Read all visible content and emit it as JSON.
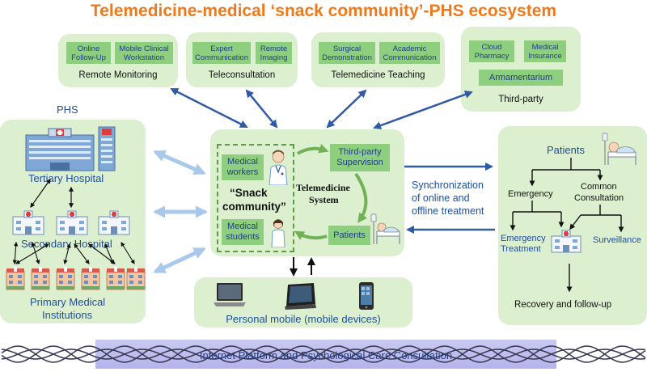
{
  "title": "Telemedicine-medical ‘snack community’-PHS ecosystem",
  "remote_monitoring": {
    "label": "Remote Monitoring",
    "chips": [
      "Online Follow-Up",
      "Mobile Clinical Workstation"
    ]
  },
  "teleconsultation": {
    "label": "Teleconsultation",
    "chips": [
      "Expert Communication",
      "Remote Imaging"
    ]
  },
  "teaching": {
    "label": "Telemedicine Teaching",
    "chips": [
      "Surgical Demonstration",
      "Academic Communication"
    ]
  },
  "third_party": {
    "label": "Third-party",
    "chips": [
      "Cloud Pharmacy",
      "Medical Insurance",
      "Armamentarium"
    ]
  },
  "phs": {
    "label": "PHS",
    "tertiary": "Tertiary Hospital",
    "secondary": "Secondary Hospital",
    "primary_line1": "Primary Medical",
    "primary_line2": "Institutions"
  },
  "center": {
    "medical_workers": "Medical workers",
    "snack_community_line1": "“Snack",
    "snack_community_line2": "community”",
    "medical_students": "Medical students",
    "system_line1": "Telemedicine",
    "system_line2": "System",
    "supervision_line1": "Third-party",
    "supervision_line2": "Supervision",
    "patients": "Patients"
  },
  "sync": {
    "line1": "Synchronization",
    "line2": "of online and",
    "line3": "offline treatment"
  },
  "right": {
    "patients": "Patients",
    "emergency": "Emergency",
    "common_line1": "Common",
    "common_line2": "Consultation",
    "emergency_treatment_line1": "Emergency",
    "emergency_treatment_line2": "Treatment",
    "surveillance": "Surveillance",
    "recovery": "Recovery and follow-up"
  },
  "mobile": {
    "label": "Personal mobile (mobile devices)"
  },
  "bottom": {
    "label": "Internet Platform and Psychological Care Consultation"
  },
  "colors": {
    "title": "#ee7a1c",
    "panel": "#dcefcf",
    "chip": "#8ecf7f",
    "text_blue": "#1f4e9c",
    "arrow_blue": "#2f5aa6",
    "arrow_light": "#a9c8ea",
    "dash": "#5c9e45"
  }
}
